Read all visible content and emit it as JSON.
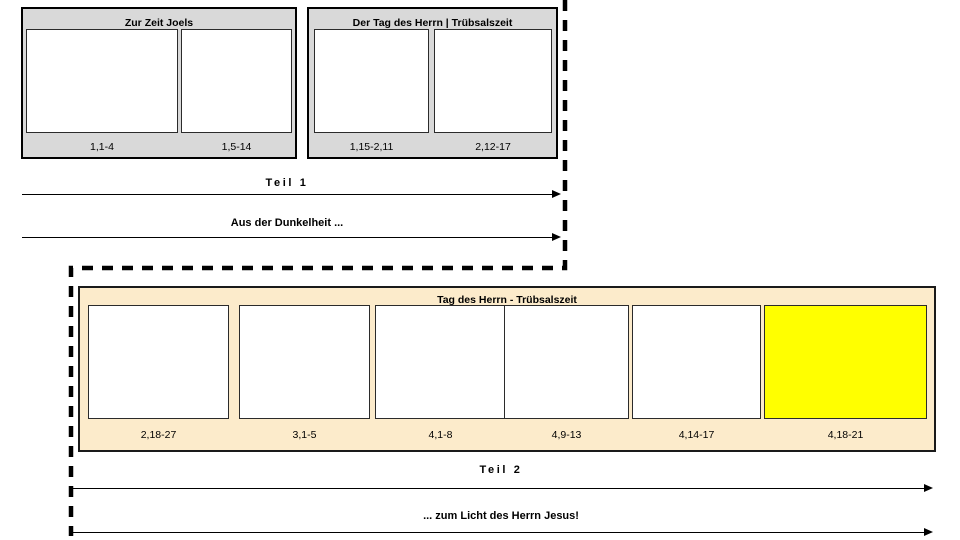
{
  "diagram": {
    "title_visible": false,
    "colors": {
      "section1_panel_bg": "#d9d9d9",
      "section2_panel_bg": "#fcebcb",
      "highlight": "#ffff00",
      "outline": "#000000",
      "cell_border": "#2b2b2b",
      "page_bg": "#ffffff"
    },
    "sections": [
      {
        "id": "section-1",
        "panels": [
          {
            "id": "panel-zur-zeit-joels",
            "title": "Zur Zeit Joels",
            "cells": [
              {
                "label": "1,1-4",
                "highlight": false
              },
              {
                "label": "1,5-14",
                "highlight": false
              }
            ]
          },
          {
            "id": "panel-der-tag-des-herrn",
            "title": "Der Tag des Herrn | Trübsalszeit",
            "cells": [
              {
                "label": "1,15-2,11",
                "highlight": false
              },
              {
                "label": "2,12-17",
                "highlight": false
              }
            ]
          }
        ],
        "arrows": [
          {
            "id": "arrow-teil-1",
            "label": "Teil 1",
            "spaced": true
          },
          {
            "id": "arrow-aus-der-dunkelheit",
            "label": "Aus der Dunkelheit ...",
            "spaced": false
          }
        ]
      },
      {
        "id": "section-2",
        "panels": [
          {
            "id": "panel-tag-des-herrn-truebsalszeit",
            "title": "Tag des Herrn - Trübsalszeit",
            "cells": [
              {
                "label": "2,18-27",
                "highlight": false
              },
              {
                "label": "3,1-5",
                "highlight": false
              },
              {
                "label": "4,1-8",
                "highlight": false
              },
              {
                "label": "4,9-13",
                "highlight": false
              },
              {
                "label": "4,14-17",
                "highlight": false
              },
              {
                "label": "4,18-21",
                "highlight": true
              }
            ]
          }
        ],
        "arrows": [
          {
            "id": "arrow-teil-2",
            "label": "Teil 2",
            "spaced": true
          },
          {
            "id": "arrow-zum-licht",
            "label": "... zum Licht des Herrn Jesus!",
            "spaced": false
          }
        ]
      }
    ]
  }
}
